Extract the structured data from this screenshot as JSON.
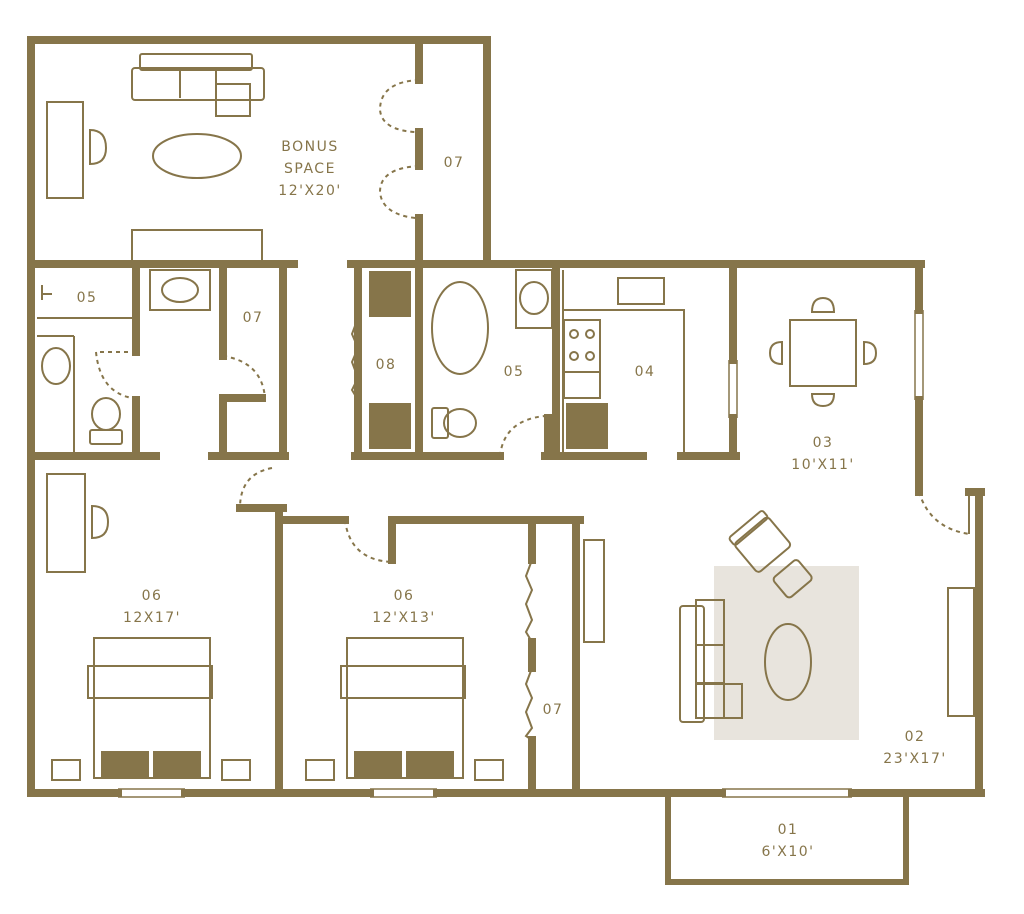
{
  "colors": {
    "wall": "#86754A",
    "rug": "#E8E4DD",
    "background": "#FFFFFF"
  },
  "rooms": {
    "bonus": {
      "line1": "BONUS",
      "line2": "SPACE",
      "line3": "12'X20'"
    },
    "closet_top": {
      "label": "07"
    },
    "bath_left": {
      "label": "05"
    },
    "closet_left": {
      "label": "07"
    },
    "laundry": {
      "label": "08"
    },
    "bath_mid": {
      "label": "05"
    },
    "kitchen": {
      "label": "04"
    },
    "dining": {
      "label": "03",
      "size": "10'X11'"
    },
    "bed_left": {
      "label": "06",
      "size": "12X17'"
    },
    "bed_mid": {
      "label": "06",
      "size": "12'X13'"
    },
    "closet_mid": {
      "label": "07"
    },
    "living": {
      "label": "02",
      "size": "23'X17'"
    },
    "balcony": {
      "label": "01",
      "size": "6'X10'"
    }
  }
}
